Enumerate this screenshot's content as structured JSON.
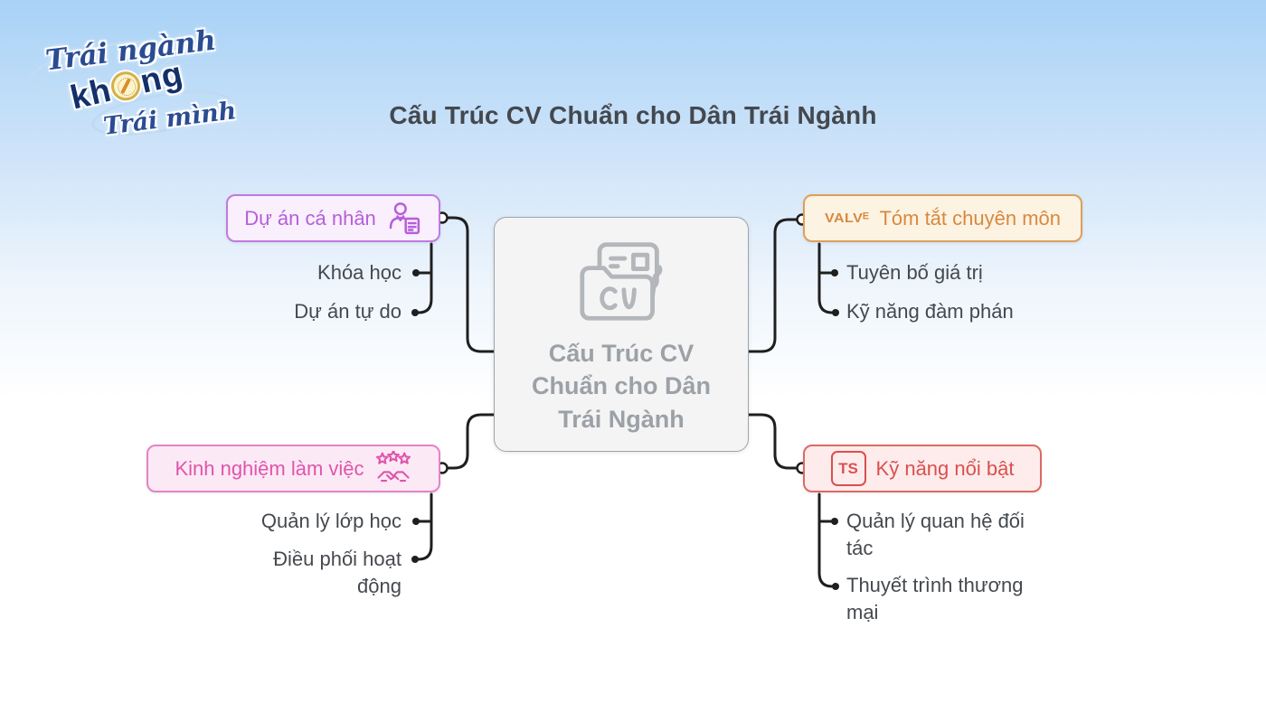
{
  "title": "Cấu Trúc CV Chuẩn cho Dân Trái Ngành",
  "logo": {
    "line1": "Trái ngành",
    "line2_pre": "kh",
    "line2_post": "ng",
    "line3": "Trái mình",
    "compass_icon": "compass-icon"
  },
  "center": {
    "label": "Cấu Trúc CV Chuẩn cho Dân Trái Ngành",
    "icon": "cv-folder-icon"
  },
  "branches": [
    {
      "id": "du-an-ca-nhan",
      "label": "Dự án cá nhân",
      "icon": "person-document-icon",
      "color": "#b55fd9",
      "border": "#c07ae0",
      "background": "#faeffd",
      "children": [
        "Khóa học",
        "Dự án tự do"
      ]
    },
    {
      "id": "tom-tat-chuyen-mon",
      "label": "Tóm tắt chuyên môn",
      "icon": "valve-wordmark-icon",
      "icon_text": "VALVᴱ",
      "color": "#d8893e",
      "border": "#dd9f5a",
      "background": "#fdf3e3",
      "children": [
        "Tuyên bố giá trị",
        "Kỹ năng đàm phán"
      ]
    },
    {
      "id": "kinh-nghiem-lam-viec",
      "label": "Kinh nghiệm làm việc",
      "icon": "stars-handshake-icon",
      "color": "#df55aa",
      "border": "#e583c5",
      "background": "#fce9f6",
      "children": [
        "Quản lý lớp học",
        "Điều phối hoạt động"
      ]
    },
    {
      "id": "ky-nang-noi-bat",
      "label": "Kỹ năng nổi bật",
      "icon": "ts-square-icon",
      "icon_text": "TS",
      "color": "#d95050",
      "border": "#dd6a63",
      "background": "#fdeceb",
      "children": [
        "Quản lý quan hệ đối tác",
        "Thuyết trình thương mại"
      ]
    }
  ],
  "colors": {
    "background_top": "#a8d2f6",
    "background_bottom": "#ffffff",
    "connector": "#1f1f1f",
    "center_text": "#9ca1a7",
    "child_text": "#45494e",
    "title_text": "#44484e"
  }
}
